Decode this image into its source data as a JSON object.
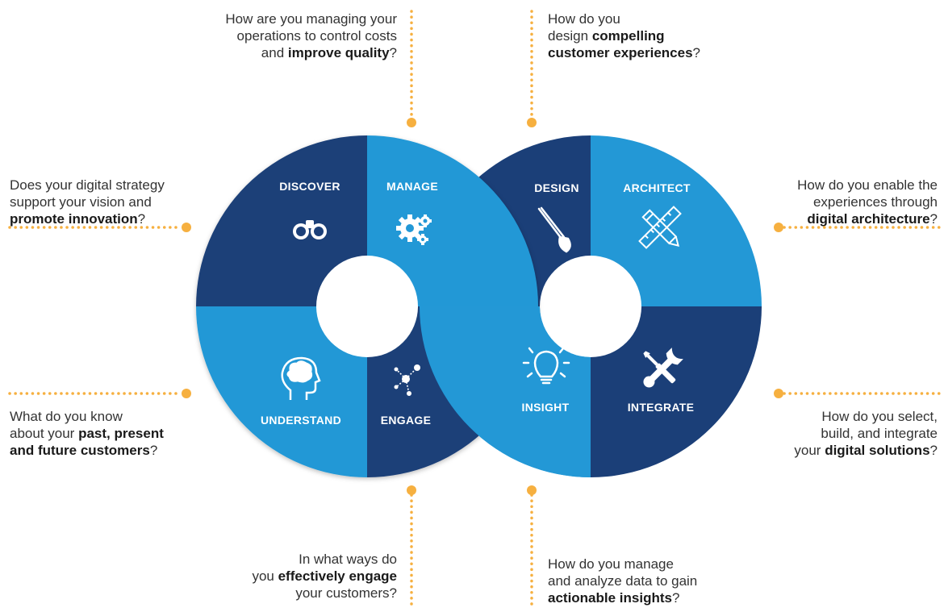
{
  "accent_colors": {
    "dark_blue": "#1b3f78",
    "light_blue": "#2398d6",
    "dots": "#f6b040"
  },
  "segments": {
    "discover": {
      "label": "DISCOVER",
      "icon": "binoculars-icon"
    },
    "manage": {
      "label": "MANAGE",
      "icon": "gears-icon"
    },
    "understand": {
      "label": "UNDERSTAND",
      "icon": "brain-head-icon"
    },
    "engage": {
      "label": "ENGAGE",
      "icon": "network-icon"
    },
    "design": {
      "label": "DESIGN",
      "icon": "paintbrush-icon"
    },
    "architect": {
      "label": "ARCHITECT",
      "icon": "pencil-ruler-icon"
    },
    "insight": {
      "label": "INSIGHT",
      "icon": "lightbulb-icon"
    },
    "integrate": {
      "label": "INTEGRATE",
      "icon": "tools-icon"
    }
  },
  "questions": {
    "manage": {
      "l1": "How are you managing your",
      "l2": "operations to control costs",
      "l3a": "and ",
      "l3b": "improve quality",
      "l3c": "?"
    },
    "design": {
      "l1": "How do you",
      "l2a": "design ",
      "l2b": "compelling",
      "l3b": "customer experiences",
      "l3c": "?"
    },
    "discover": {
      "l1": "Does your digital strategy",
      "l2": "support your vision and",
      "l3b": "promote innovation",
      "l3c": "?"
    },
    "architect": {
      "l1": "How do you enable the",
      "l2": "experiences through",
      "l3b": "digital architecture",
      "l3c": "?"
    },
    "understand": {
      "l1": "What do you know",
      "l2a": "about your ",
      "l2b": "past, present",
      "l3b": "and future customers",
      "l3c": "?"
    },
    "integrate": {
      "l1": "How do you select,",
      "l2": "build, and integrate",
      "l3a": "your ",
      "l3b": "digital solutions",
      "l3c": "?"
    },
    "engage": {
      "l1": "In what ways do",
      "l2a": "you ",
      "l2b": "effectively engage",
      "l3": "your customers?"
    },
    "insight": {
      "l1": "How do you manage",
      "l2": "and analyze data to gain",
      "l3b": "actionable insights",
      "l3c": "?"
    }
  }
}
